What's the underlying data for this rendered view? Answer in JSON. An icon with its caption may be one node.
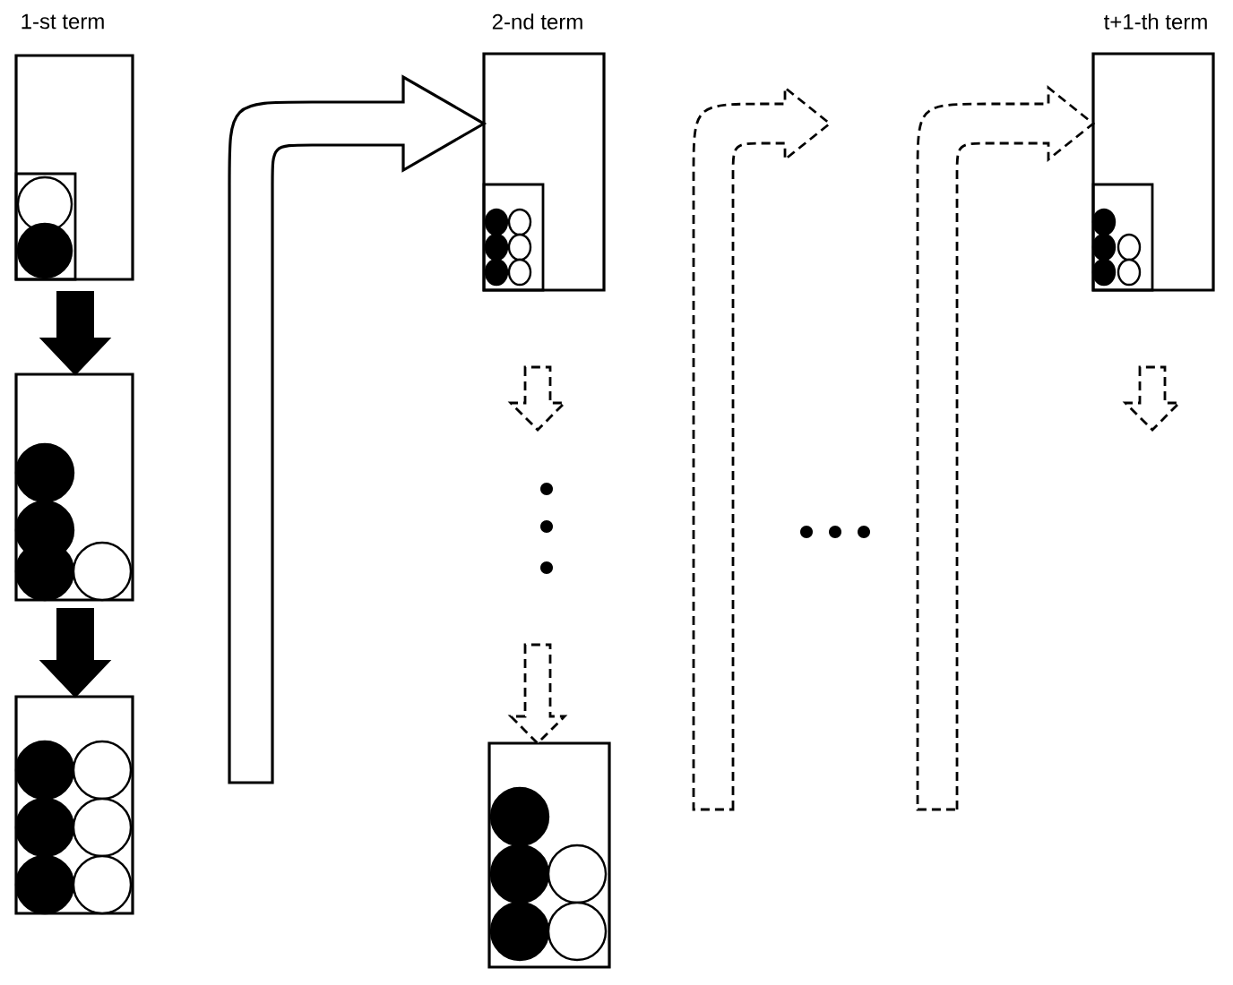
{
  "diagram": {
    "nodes": [
      {
        "text": [],
        "shape": "box",
        "beside": [
          "1-st term"
        ]
      },
      {
        "text": [],
        "shape": "box"
      },
      {
        "text": [],
        "shape": "box"
      },
      {
        "text": [],
        "shape": "box",
        "beside": [
          "2-nd term"
        ]
      },
      {
        "text": [],
        "shape": "box"
      },
      {
        "text": [],
        "shape": "box",
        "beside": [
          "t+1-th term"
        ]
      }
    ],
    "edges": [
      {
        "from": 0,
        "to": 1,
        "arrow": "to",
        "style": "thick"
      },
      {
        "from": 1,
        "to": 2,
        "arrow": "to",
        "style": "thick"
      },
      {
        "from": null,
        "to": 3,
        "arrow": "to"
      },
      {
        "from": null,
        "to": 4,
        "arrow": "to",
        "style": "dashed"
      },
      {
        "from": null,
        "to": 5,
        "arrow": "to",
        "style": "dashed"
      }
    ]
  }
}
